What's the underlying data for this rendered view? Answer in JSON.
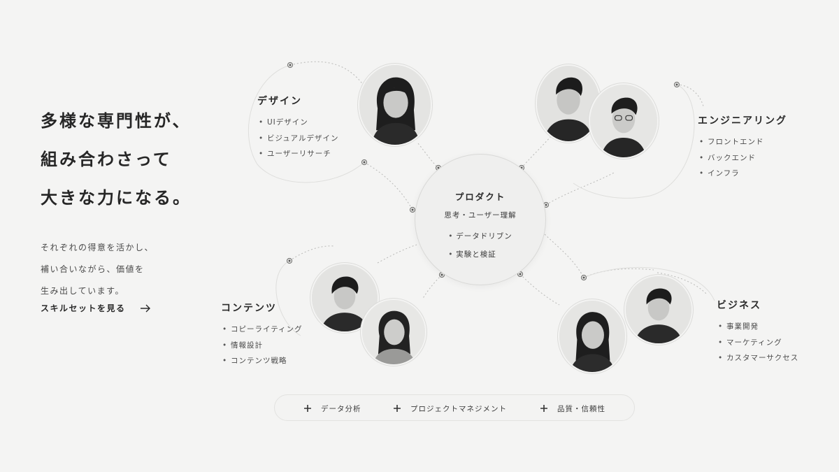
{
  "hero": {
    "headline_lines": [
      "多様な専門性が、",
      "組み合わさって",
      "大きな力になる。"
    ],
    "subtext_lines": [
      "それぞれの得意を活かし、",
      "補い合いながら、価値を",
      "生み出しています。"
    ],
    "cta_label": "スキルセットを見る",
    "cta_icon": "arrow-right-icon"
  },
  "hub": {
    "title": "プロダクト",
    "subtitle": "思考・ユーザー理解",
    "items": [
      "データドリブン",
      "実験と検証"
    ]
  },
  "groups": {
    "design": {
      "title": "デザイン",
      "items": [
        "UIデザイン",
        "ビジュアルデザイン",
        "ユーザーリサーチ"
      ]
    },
    "engineering": {
      "title": "エンジニアリング",
      "items": [
        "フロントエンド",
        "バックエンド",
        "インフラ"
      ]
    },
    "content": {
      "title": "コンテンツ",
      "items": [
        "コピーライティング",
        "情報設計",
        "コンテンツ戦略"
      ]
    },
    "business": {
      "title": "ビジネス",
      "items": [
        "事業開発",
        "マーケティング",
        "カスタマーサクセス"
      ]
    }
  },
  "bottom_bar": {
    "items": [
      {
        "label": "データ分析",
        "icon": "plus-icon"
      },
      {
        "label": "プロジェクトマネジメント",
        "icon": "plus-icon"
      },
      {
        "label": "品質・信頼性",
        "icon": "plus-icon"
      }
    ]
  },
  "colors": {
    "background": "#f4f4f3",
    "text": "#2a2a2a",
    "line": "#b5b5b3",
    "node": "#4a4a4a"
  }
}
